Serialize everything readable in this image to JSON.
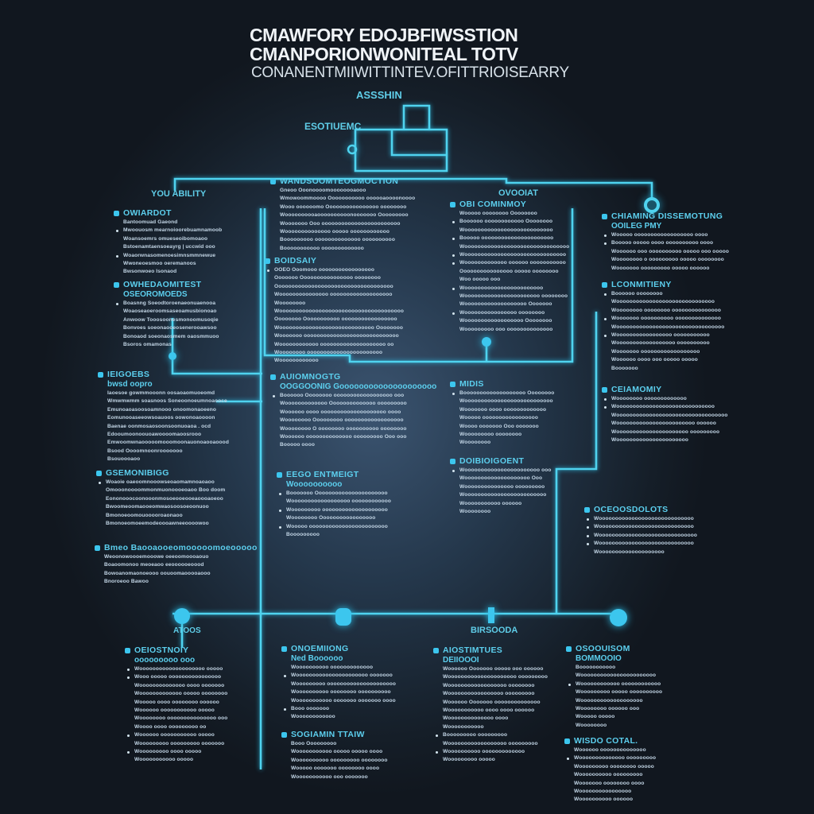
{
  "header": {
    "title_line1": "CMAWFORY EDOJBFIWSSTION",
    "title_line2": "CMANPORIONWONITEAL TOTV",
    "subtitle": "CONANENTMIIWITTINTEV.OFITTRIOISEARRY"
  },
  "labels": {
    "top_node": "ASSSHIN",
    "second_node": "ESOTIUEMC",
    "left_branch": "YOU ABILITY",
    "right_branch": "OVOOIAT",
    "bottom_left": "ATOOS",
    "bottom_right": "BIRSOODA"
  },
  "colors": {
    "wire": "#4fd3ef",
    "heading": "#5ccfee",
    "background": "#1a2531"
  },
  "sections": {
    "s1": {
      "heading": "OWIARDOT",
      "lines": [
        [
          "Bantoomuad Gaeond",
          0
        ],
        [
          "Mwoouosm mearnoioorebuamnamoob",
          1
        ],
        [
          "Woansoemrs omueseoibomoaoo",
          0
        ],
        [
          "Bstoenamtaensoeayrg | uccwid ooo",
          0
        ],
        [
          "Woaorwnasomenoesimnsmmnewue",
          1
        ],
        [
          "Wwoneoesmoo oeremanoos",
          0
        ],
        [
          "Bwsonwoeo Isonaod",
          0
        ]
      ]
    },
    "s2": {
      "heading": "OWHEDAOMITEST",
      "heading2": "OSEOROMOEDS",
      "lines": [
        [
          "Boasnng Soeodtoroenaeonuaenooa",
          1
        ],
        [
          "Woaoseaoeroomsaseoamusbionoao",
          0
        ],
        [
          "Anwoow Tooosoonesmonoomusoqie",
          0
        ],
        [
          "Bonvoes soeonaooeosenerooawsoo",
          0
        ],
        [
          "Bonoaod soeonaosmem oaosmmuoo",
          0
        ],
        [
          "Bsoros omamonas",
          0
        ]
      ]
    },
    "s3": {
      "heading": "IEIGOEBS",
      "heading2": "bwsd oopro",
      "lines": [
        [
          "Iaoesoe gowmmooonn oosaoaomuoeomd",
          0
        ],
        [
          "Wmwmwmm soasnoos Soneoonoeumnoaooce",
          0
        ],
        [
          "Emunoaoasoosoamnooo onoomonaoeeno",
          0
        ],
        [
          "Eomunooaseeowsoauoos oowonoaoooon",
          0
        ],
        [
          "Baenae oonmosaosoonsoonuoaoa . ocd",
          0
        ],
        [
          "Edooumoonoouoawoooomaoosrooo",
          0
        ],
        [
          "Emwoomwnaooooomooomoonauonoaooaoood",
          0
        ],
        [
          "Bsood Oooomnoonrooooooo",
          0
        ],
        [
          "Bsouoooaoo",
          0
        ]
      ]
    },
    "s4": {
      "heading": "GSEMONIBIGG",
      "lines": [
        [
          "Woaoie oaeoomnooowseoaomamnoaoaoo",
          1
        ],
        [
          "Omooonoooommonmuonoooeoaoo Boo doom",
          0
        ],
        [
          "Eononooocoonooonmosoeooeooeaoooaoeoo",
          0
        ],
        [
          "Bwoomeoomaooeomwaosoosoeoonuoo",
          0
        ],
        [
          "Bmonoeoomouooooroaonaoo",
          0
        ],
        [
          "Bmonoeomoeemodeoooawneeoooowoo",
          0
        ]
      ]
    },
    "s5": {
      "heading": "Bmeo Baooaooeomooooomoeooooo",
      "lines": [
        [
          "Weoonowoooemooowe oeeoomoooaouo",
          0
        ],
        [
          "Boaoomonoo meoeaoo eeoooooeoood",
          0
        ],
        [
          "Bowoanomaonoeooo oouoomaooooaooo",
          0
        ],
        [
          "Bnoroeoo  Bawoo",
          0
        ]
      ]
    },
    "s6": {
      "heading": "WANDSOOMTEOGMOCTION",
      "lines": [
        [
          "Gneoo Ooonoooomoooooooaooo",
          0
        ],
        [
          "Wmowoommoooo Ooooooooooo oooooaoooonoooo",
          0
        ],
        [
          "Wooo oooooomo Oooooooooooooooo oooooooo",
          0
        ],
        [
          "Woooooooooaoooooooooonooooooo Ooooooooo",
          0
        ],
        [
          "Wooooooo Ooo oooooooooooooooooooooooo",
          0
        ],
        [
          "Woooooooooooooo    ooooo oooooooooooo",
          0
        ],
        [
          "Booooooooo oooooooooooooo oooooooooo",
          0
        ],
        [
          "Booooooooooo ooooooooooooo",
          0
        ]
      ]
    },
    "s7": {
      "heading": "BOIDSAIY",
      "lines": [
        [
          "OOEO  Ooomooo ooooooooooooooooo",
          1
        ],
        [
          "Ooooooo Oooooooooooooooo oooooooo",
          0
        ],
        [
          "Oooooooooooooooooooooooooooooooooooo",
          0
        ],
        [
          "Wooooooooooooooo ooooooooooooooooooo",
          0
        ],
        [
          "Woooooooo",
          0
        ],
        [
          "Woooooooooooooooooooooooooooooooooooooo",
          0
        ],
        [
          "Oooooooo Ooooooooooo ooooooooooooooooo",
          0
        ],
        [
          "Wooooooooooooooooooooooooooooo Oooooooo",
          0
        ],
        [
          "Wooooooo ooooooooooooooooooooooooooooo",
          0
        ],
        [
          "Woooooooooooo oooooooooooooooooooo oo",
          0
        ],
        [
          "Woooooooo ooooooooooooooooooooooo",
          0
        ],
        [
          "Woooooooooooo",
          0
        ]
      ]
    },
    "s8": {
      "heading": "AUIOMNOGTG",
      "heading2": "OOGGOONIG Goooooooooooooooooooo",
      "lines": [
        [
          "Boooooo Oooooooo oooooooooooooooooo ooo",
          1
        ],
        [
          "Wooooooooooooo Oooooooooooooo ooooooooo",
          0
        ],
        [
          "Woooooo oooo oooooooooooooooooooo  oooo",
          0
        ],
        [
          "Woooooooo  Ooooooooo oooooooooooooooooo",
          0
        ],
        [
          "Woooooooo O oooooooo oooooooooo oooooooo",
          0
        ],
        [
          "Woooooo oooooooooooooo ooooooooo Ooo ooo",
          0
        ],
        [
          "Booooo oooo",
          0
        ]
      ]
    },
    "s9": {
      "heading": "EEGO ENTMEIGT",
      "heading2": "Woooooooooo",
      "lines": [
        [
          "Booooooo Oooooooooooooooooooooo",
          1
        ],
        [
          "Woooooooooooooooooo oooooooooooo",
          0
        ],
        [
          "Wooooooooo oooooooooooooooooooo",
          1
        ],
        [
          "Woooooooo Ooooooooooooooooo",
          0
        ],
        [
          "Wooooo oooooooooooooooooooooooo",
          1
        ],
        [
          "Booooooooo",
          0
        ]
      ]
    },
    "s10": {
      "heading": "OBI COMINMOY",
      "lines": [
        [
          "Wooooo oooooooo Oooooooo",
          0
        ],
        [
          "Boooooo oooooooooooo Oooooooo",
          1
        ],
        [
          "Wooooooooooooooooooooooooooo",
          0
        ],
        [
          "Booooo oooooooooooooooooooooo",
          1
        ],
        [
          "Woooooooooooooooooooooooooooooooo",
          0
        ],
        [
          "Wooooooooooooooooooooooooooooooo",
          1
        ],
        [
          "Wooooooooooooo oooooo ooooooooooo",
          1
        ],
        [
          "Oooooooooooooooo ooooo oooooooo",
          0
        ],
        [
          "Woo ooooo ooo",
          0
        ],
        [
          "Woooooooooooooooooooooooo",
          1
        ],
        [
          "Wooooooooooooooooooooooo oooooooo",
          0
        ],
        [
          "Wooooooooooooooooooo  Ooooooo",
          0
        ],
        [
          "Woooooooooooooooo oooooooo",
          1
        ],
        [
          "Woooooooooooooooooo Oooooooo",
          0
        ],
        [
          "Wooooooooo ooo oooooooooooooo",
          0
        ]
      ]
    },
    "s11": {
      "heading": "MIDIS",
      "lines": [
        [
          "Booooooooooooooooooo Oooooooo",
          1
        ],
        [
          "Wooooooooooooooooooooooooooo",
          0
        ],
        [
          "Wooooooo oooo ooooooooooooo",
          0
        ],
        [
          "Wooooo ooooooooooooooooo",
          0
        ],
        [
          "Woooo ooooooo Ooo ooooooo",
          0
        ],
        [
          "Wooooooooo oooooooo",
          0
        ],
        [
          "Woooooooo",
          0
        ]
      ]
    },
    "s12": {
      "heading": "DOIBIOIGOENT",
      "lines": [
        [
          "Wooooooooooooooooooooooo ooo",
          1
        ],
        [
          "Woooooooooooooooooooo Ooo",
          0
        ],
        [
          "Wooooooooooooooo ooooooooo",
          0
        ],
        [
          "Wooooooooooooooooooooooooo",
          0
        ],
        [
          "Wooooooooooo oooooo",
          0
        ],
        [
          "Woooooooo",
          0
        ]
      ]
    },
    "s13": {
      "heading": "CHIAMING DISSEMOTUNG",
      "heading2": "OOILEG PMY",
      "lines": [
        [
          "Wooooo oooooooooooooooooo oooo",
          1
        ],
        [
          "Booooo ooooo oooo oooooooooo oooo",
          1
        ],
        [
          "Woooooo ooo oooooooooo ooooo ooo ooooo",
          0
        ],
        [
          "Woooooooo o ooooooooo ooooo oooooooo",
          0
        ],
        [
          "Wooooooo  ooooooooo ooooo oooooo",
          0
        ]
      ]
    },
    "s14": {
      "heading": "LCONMITIENY",
      "lines": [
        [
          "Boooooo oooooooo",
          1
        ],
        [
          "Woooooooooooooooooooooooooooooo",
          0
        ],
        [
          "Woooooooo oooooooo ooooooooooooooo",
          0
        ],
        [
          "Wooooooo oooooooooo oooooooooooooo",
          1
        ],
        [
          "Wooooooooooooooooooooooooooooooooo",
          0
        ],
        [
          "Wooooooooooooooooo ooooooooooo",
          1
        ],
        [
          "Woooooooooooooooooo oooooooooo",
          0
        ],
        [
          "Wooooooo oooooooooooooooooo",
          0
        ],
        [
          "Woooooo oooo ooo ooooo ooooo",
          0
        ],
        [
          "Booooooo",
          0
        ]
      ]
    },
    "s15": {
      "heading": "CEIAMOMIY",
      "lines": [
        [
          "Woooooooo ooooooooooooo",
          1
        ],
        [
          "Woooooooooooooooooooooooooooooo",
          1
        ],
        [
          "Woooooooooooooooooooooooooooooooooo",
          0
        ],
        [
          "Woooooooooooooooooooooooo oooooo",
          0
        ],
        [
          "Woooooooooooooooooooooo ooooooooo",
          0
        ],
        [
          "Woooooooooooooooooooooo",
          0
        ]
      ]
    },
    "s16": {
      "heading": "OCEOOSDOLOTS",
      "lines": [
        [
          "Wooooooooooooooooooooooooooooo",
          1
        ],
        [
          "Wooooooooooooooooooooooooooooo",
          1
        ],
        [
          "Woooooooooooooooooooooooooooooo",
          1
        ],
        [
          "Wooooooooooooooooooooooooooooo",
          1
        ],
        [
          "Woooooooooooooooooooo",
          0
        ]
      ]
    },
    "s17": {
      "heading": "OEIOSTNOIY",
      "heading2": "ooooooooo ooo",
      "lines": [
        [
          "Woooooooooooooooooooo ooooo",
          1
        ],
        [
          "Wooo ooooo oooooooooooooooo",
          1
        ],
        [
          "Woooooooooooooo oooo ooooooo",
          0
        ],
        [
          "Wooooooooooooo ooooo oooooooo",
          0
        ],
        [
          "Wooooo oooo oooooooo oooooo",
          0
        ],
        [
          "Woooooo ooooooooooo ooooo",
          0
        ],
        [
          "Woooooooo ooooooooooooooo ooo",
          0
        ],
        [
          "Woooo oooo ooooooooo oo",
          0
        ],
        [
          "Woooooo ooooooooooo ooooo",
          1
        ],
        [
          "Wooooooooo ooooooooo ooooooo",
          0
        ],
        [
          "Wooooooooo oooo ooooo",
          1
        ],
        [
          "Wooooooooooo ooooo",
          0
        ]
      ]
    },
    "s18": {
      "heading": "ONOEMIIONG",
      "heading2": "Ned Boooooo",
      "lines": [
        [
          "Woooooooooo ooooooooooooo",
          0
        ],
        [
          "Woooooooooooooooooooooo ooooooo",
          1
        ],
        [
          "Wooooooooo ooooooooooooooooooooo",
          0
        ],
        [
          "Woooooooooo oooooooo oooooooooo",
          0
        ],
        [
          "Wooooooooooo ooooooo ooooooo oooo",
          0
        ],
        [
          "Booo ooooooo",
          1
        ],
        [
          "Woooooooooooo",
          0
        ]
      ]
    },
    "s19": {
      "heading": "SOGIAMIN TTAIW",
      "lines": [
        [
          "Booo  Ooooooooo",
          0
        ],
        [
          "Wooooooooooo ooooo ooooo oooo",
          0
        ],
        [
          "Woooooooooo ooooooooo oooooooo",
          0
        ],
        [
          "Wooooo ooooooo oooooooo oooo",
          0
        ],
        [
          "Wooooooooooo ooo ooooooo",
          0
        ]
      ]
    },
    "s20": {
      "heading": "AIOSTIMTUES",
      "heading2": "DEIIOOOI",
      "lines": [
        [
          "Woooooo Ooooooo ooooo ooo oooooo",
          0
        ],
        [
          "Wooooooooooooooooooooo ooooooooo",
          0
        ],
        [
          "Woooooooooooooooooo oooooooo",
          0
        ],
        [
          "Wooooooooooooooooo ooooooooo",
          0
        ],
        [
          "Woooooo Ooooooo oooooooooooooo",
          0
        ],
        [
          "Wooooooooooo oooo oooo oooooo",
          0
        ],
        [
          "Woooooooooooooo  oooo",
          0
        ],
        [
          "Wooooooooooo",
          0
        ],
        [
          "Booooooooo ooooooooo",
          1
        ],
        [
          "Woooooooooooooooooo ooooooooo",
          0
        ],
        [
          "Woooooooooo ooooooooooooo",
          1
        ],
        [
          "Wooooooooo ooooo",
          0
        ]
      ]
    },
    "s21": {
      "heading": "OSOOUISOM",
      "heading2": "BOMMOOIO",
      "lines": [
        [
          "Booooooooooo",
          0
        ],
        [
          "Wooooooooooooooooooooooo",
          0
        ],
        [
          "Woooooooooooo oooooooooooo",
          1
        ],
        [
          "Wooooooooo ooooo oooooooooo",
          0
        ],
        [
          "Wooooooooooooooooooo",
          0
        ],
        [
          "Woooooooo oooooo ooo",
          0
        ],
        [
          "Wooooo ooooo",
          0
        ],
        [
          "Woooooooo",
          0
        ]
      ]
    },
    "s22": {
      "heading": "WISDO COTAL.",
      "lines": [
        [
          "Woooooo oooooooooooooo",
          0
        ],
        [
          "Woooooooooooooo ooooooooo",
          1
        ],
        [
          "Wooooooooo oooooooo ooooo",
          0
        ],
        [
          "Woooooooooo ooooooooo",
          0
        ],
        [
          "Wooooooo oooooooo oooo",
          0
        ],
        [
          "Woooooooooooooooo",
          0
        ],
        [
          "Woooooooooo oooooo",
          0
        ]
      ]
    }
  }
}
